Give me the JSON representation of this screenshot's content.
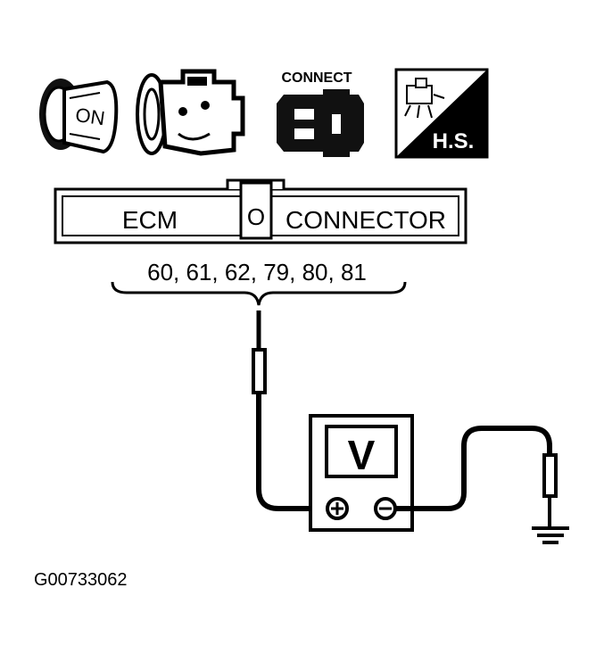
{
  "icons": {
    "ignition_key_label": "ON",
    "connector_caption": "CONNECT",
    "harness_label": "H.S."
  },
  "connector": {
    "left_label": "ECM",
    "center_label": "O",
    "right_label": "CONNECTOR",
    "terminals": "60, 61, 62, 79, 80, 81"
  },
  "meter": {
    "display": "V",
    "positive_symbol": "+",
    "negative_symbol": "−"
  },
  "figure_id": "G00733062"
}
